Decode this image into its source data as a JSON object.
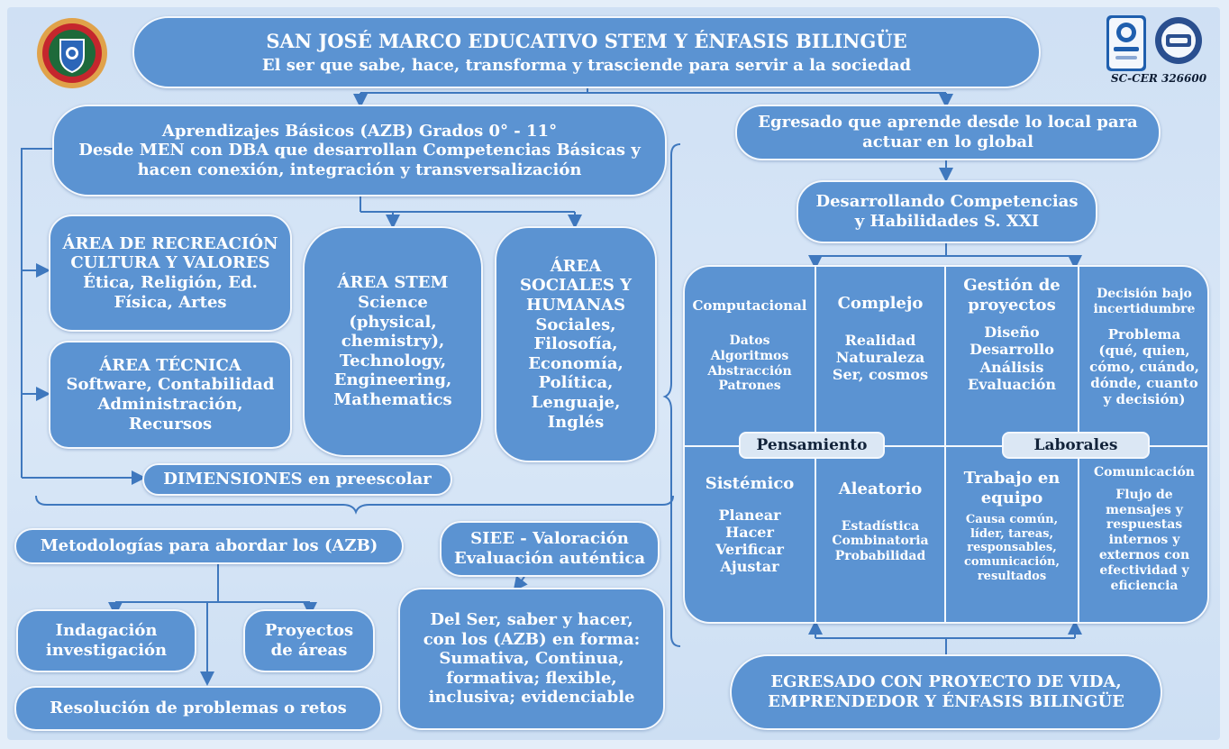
{
  "header": {
    "title": "SAN JOSÉ MARCO EDUCATIVO STEM Y ÉNFASIS BILINGÜE",
    "subtitle": "El ser que sabe, hace, transforma y trasciende para servir a la sociedad",
    "cert_code": "SC-CER 326600"
  },
  "azb": {
    "lines": [
      "Aprendizajes Básicos (AZB) Grados 0° - 11°",
      "Desde MEN con DBA que desarrollan Competencias Básicas y",
      "hacen conexión, integración y transversalización"
    ]
  },
  "areas": {
    "recreacion": [
      "ÁREA DE RECREACIÓN",
      "CULTURA Y VALORES",
      "Ética, Religión, Ed.",
      "Física, Artes"
    ],
    "tecnica": [
      "ÁREA TÉCNICA",
      "Software, Contabilidad",
      "Administración,",
      "Recursos"
    ],
    "stem": [
      "ÁREA STEM",
      "Science",
      "(physical,",
      "chemistry),",
      "Technology,",
      "Engineering,",
      "Mathematics",
      ""
    ],
    "sociales": [
      "ÁREA",
      "SOCIALES Y",
      "HUMANAS",
      "Sociales,",
      "Filosofía,",
      "Economía,",
      "Política,",
      "Lenguaje,",
      "Inglés"
    ]
  },
  "dimensiones": "DIMENSIONES en preescolar",
  "metodologias": {
    "title": "Metodologías para abordar los (AZB)",
    "indagacion": [
      "Indagación",
      "investigación"
    ],
    "proyectos": [
      "Proyectos",
      "de áreas"
    ],
    "resolucion": "Resolución de problemas o retos"
  },
  "siee": {
    "title": [
      "SIEE - Valoración",
      "Evaluación auténtica"
    ],
    "detail": [
      "Del Ser, saber y hacer,",
      "con los (AZB) en forma:",
      "Sumativa, Continua,",
      "formativa; flexible,",
      "inclusiva; evidenciable"
    ]
  },
  "egresado": [
    "Egresado que aprende desde lo local para",
    "actuar en lo global"
  ],
  "desarrollando": [
    "Desarrollando Competencias",
    "y Habilidades S. XXI"
  ],
  "grid": {
    "computacional": {
      "title": "Computacional",
      "items": [
        "Datos",
        "Algoritmos",
        "Abstracción",
        "Patrones"
      ]
    },
    "complejo": {
      "title": "Complejo",
      "items": [
        "Realidad",
        "Naturaleza",
        "Ser, cosmos"
      ]
    },
    "gestion": {
      "title": [
        "Gestión de",
        "proyectos"
      ],
      "items": [
        "Diseño",
        "Desarrollo",
        "Análisis",
        "Evaluación"
      ]
    },
    "decision": {
      "title": [
        "Decisión bajo",
        "incertidumbre"
      ],
      "items": [
        "Problema",
        "(qué, quien,",
        "cómo, cuándo,",
        "dónde, cuanto",
        "y decisión)"
      ]
    },
    "sistemico": {
      "title": "Sistémico",
      "items": [
        "Planear",
        "Hacer",
        "Verificar",
        "Ajustar"
      ]
    },
    "aleatorio": {
      "title": "Aleatorio",
      "items": [
        "Estadística",
        "Combinatoria",
        "Probabilidad"
      ]
    },
    "trabajo": {
      "title": [
        "Trabajo en",
        "equipo"
      ],
      "items": [
        "Causa común,",
        "líder, tareas,",
        "responsables,",
        "comunicación,",
        "resultados"
      ]
    },
    "comunicacion": {
      "title": "Comunicación",
      "items": [
        "Flujo de",
        "mensajes y",
        "respuestas",
        "internos y",
        "externos con",
        "efectividad y",
        "eficiencia"
      ]
    },
    "pensamiento_label": "Pensamiento",
    "laborales_label": "Laborales"
  },
  "final": [
    "EGRESADO CON PROYECTO DE VIDA,",
    "EMPRENDEDOR Y ÉNFASIS BILINGÜE"
  ]
}
